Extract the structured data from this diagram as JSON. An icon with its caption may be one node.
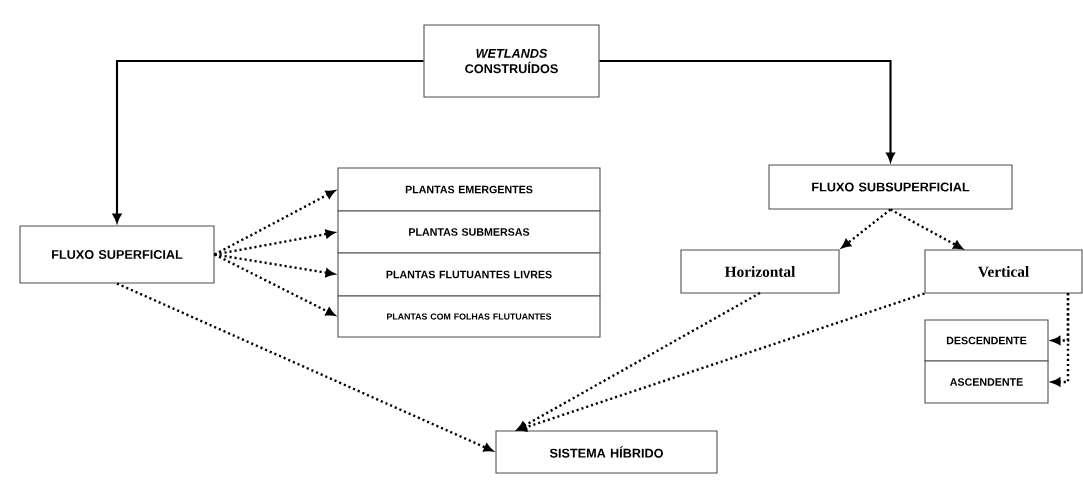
{
  "diagram": {
    "nodes": [
      {
        "text": [
          "*WETLANDS* CONSTRUÍDOS"
        ]
      },
      {
        "text": [
          "FLUXO SUPERFICIAL"
        ]
      },
      {
        "text": [
          "PLANTAS EMERGENTES"
        ]
      },
      {
        "text": [
          "PLANTAS SUBMERSAS"
        ]
      },
      {
        "text": [
          "PLANTAS FLUTUANTES LIVRES"
        ]
      },
      {
        "text": [
          "PLANTAS COM FOLHAS FLUTUANTES"
        ]
      },
      {
        "text": [
          "FLUXO SUBSUPERFICIAL"
        ]
      },
      {
        "text": [
          "Horizontal"
        ]
      },
      {
        "text": [
          "Vertical"
        ]
      },
      {
        "text": [
          "DESCENDENTE"
        ]
      },
      {
        "text": [
          "ASCENDENTE"
        ]
      },
      {
        "text": [
          "SISTEMA HÍBRIDO"
        ]
      }
    ],
    "edges": [
      {
        "from": 0,
        "to": 1,
        "arrow": "to"
      },
      {
        "from": 0,
        "to": 6,
        "arrow": "to"
      },
      {
        "from": 1,
        "to": 2,
        "arrow": "to",
        "style": "dashed"
      },
      {
        "from": 1,
        "to": 3,
        "arrow": "to",
        "style": "dashed"
      },
      {
        "from": 1,
        "to": 4,
        "arrow": "to",
        "style": "dashed"
      },
      {
        "from": 1,
        "to": 5,
        "arrow": "to",
        "style": "dashed"
      },
      {
        "from": 1,
        "to": 11,
        "arrow": "to",
        "style": "dashed"
      },
      {
        "from": 6,
        "to": 7,
        "arrow": "to",
        "style": "dashed"
      },
      {
        "from": 6,
        "to": 8,
        "arrow": "to",
        "style": "dashed"
      },
      {
        "from": 7,
        "to": 11,
        "arrow": "to",
        "style": "dashed"
      },
      {
        "from": 8,
        "to": 11,
        "arrow": "to",
        "style": "dashed"
      },
      {
        "from": 8,
        "to": 9,
        "arrow": "to",
        "style": "dashed"
      },
      {
        "from": 8,
        "to": 10,
        "arrow": "to",
        "style": "dashed"
      }
    ]
  }
}
